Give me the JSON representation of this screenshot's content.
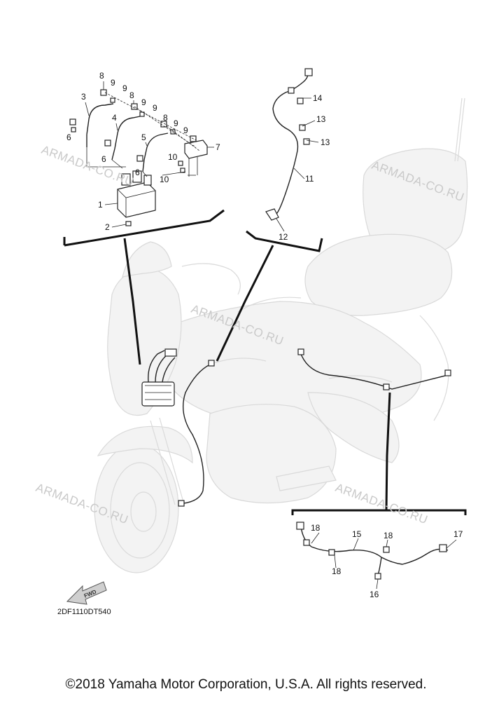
{
  "diagram": {
    "callouts": {
      "c1": "1",
      "c2": "2",
      "c3": "3",
      "c4": "4",
      "c5": "5",
      "c6a": "6",
      "c6b": "6",
      "c6c": "6",
      "c7": "7",
      "c8a": "8",
      "c8b": "8",
      "c8c": "8",
      "c9a": "9",
      "c9b": "9",
      "c9c": "9",
      "c9d": "9",
      "c9e": "9",
      "c9f": "9",
      "c10a": "10",
      "c10b": "10",
      "c11": "11",
      "c12": "12",
      "c13a": "13",
      "c13b": "13",
      "c14": "14",
      "c15": "15",
      "c16": "16",
      "c17": "17",
      "c18a": "18",
      "c18b": "18",
      "c18c": "18"
    },
    "watermark": "ARMADA-CO.RU",
    "fwd_label": "FWD",
    "diagram_code": "2DF1110DT540"
  },
  "footer": {
    "copyright": "©2018 Yamaha Motor Corporation, U.S.A. All rights reserved."
  }
}
